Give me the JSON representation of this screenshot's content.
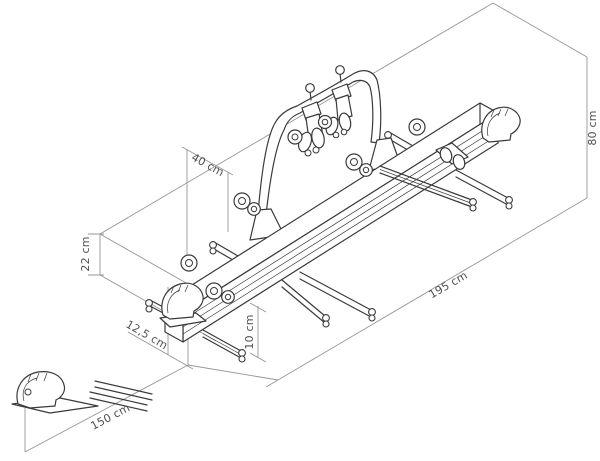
{
  "diagram": {
    "unit": "cm",
    "labels": {
      "d40": "40 cm",
      "d80": "80 cm",
      "d22": "22 cm",
      "d195": "195 cm",
      "d125": "12,5 cm",
      "d10": "10 cm",
      "d150": "150 cm"
    },
    "colors": {
      "drawing_line": "#3a3a3a",
      "dimension_line": "#969696",
      "label_text": "#4f4f4f",
      "background": "#ffffff"
    }
  }
}
